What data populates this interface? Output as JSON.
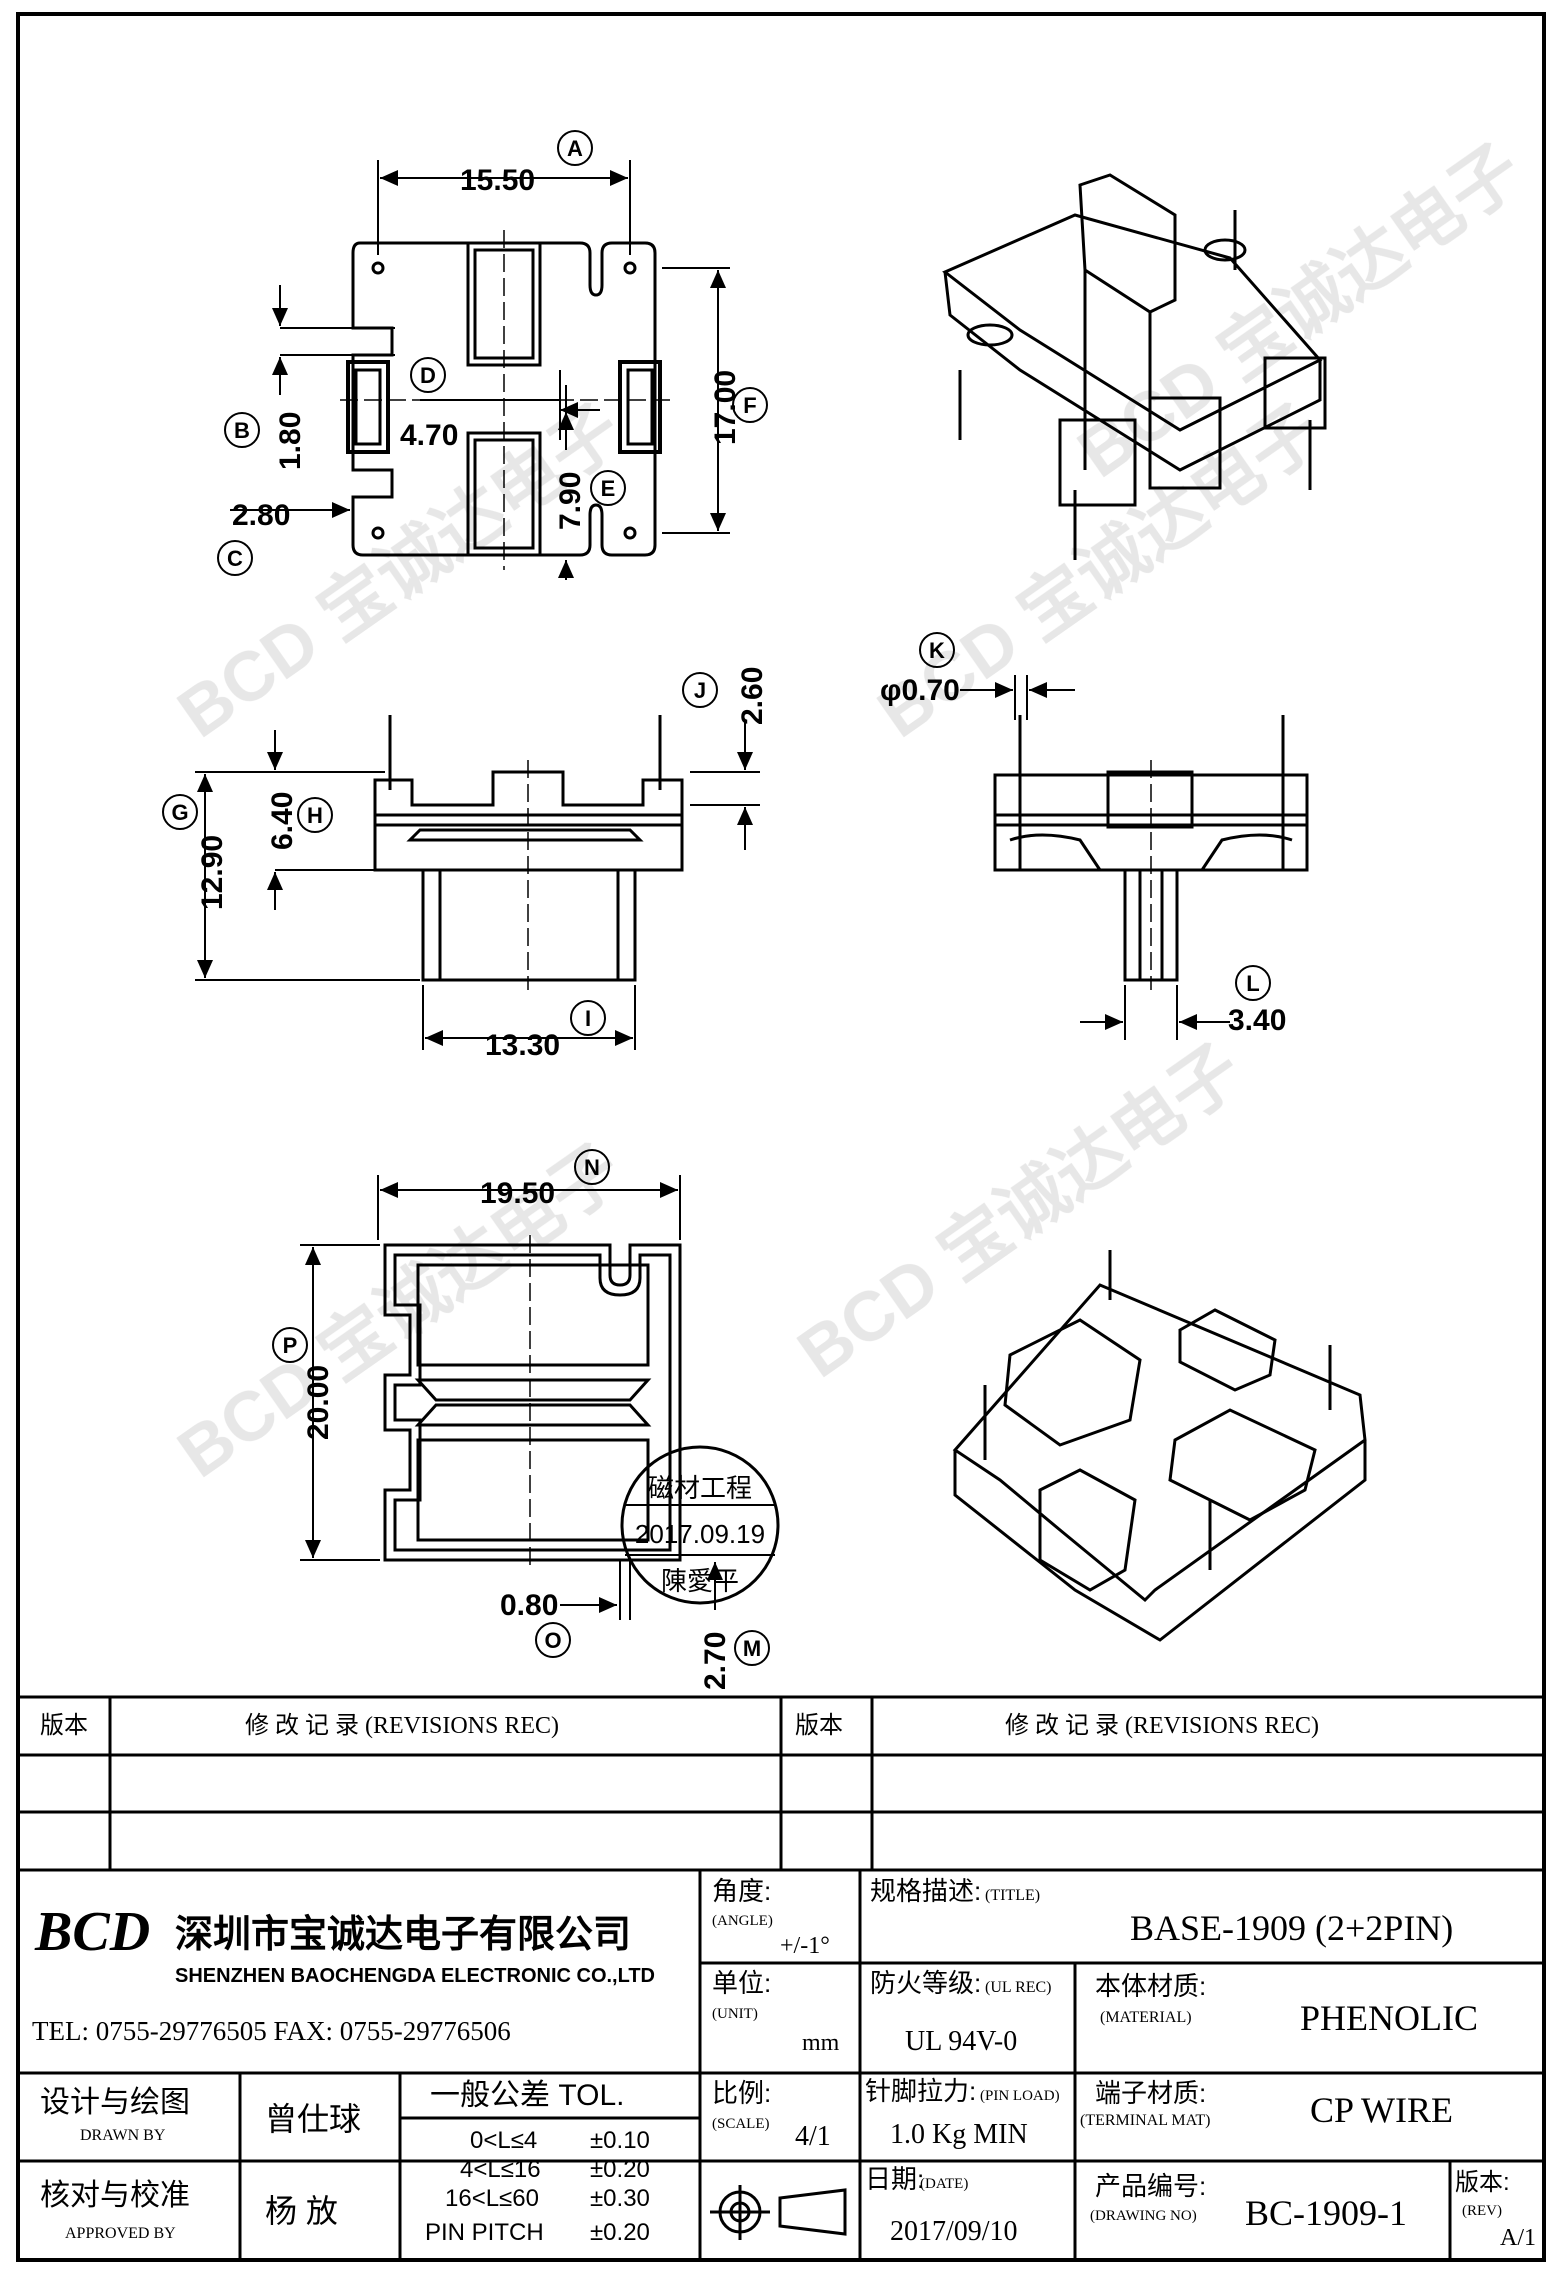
{
  "dimensions": {
    "A": {
      "label": "A",
      "value": "15.50"
    },
    "B": {
      "label": "B",
      "value": "1.80"
    },
    "C": {
      "label": "C",
      "value": "2.80"
    },
    "D": {
      "label": "D",
      "value": "4.70"
    },
    "E": {
      "label": "E",
      "value": "7.90"
    },
    "F": {
      "label": "F",
      "value": "17.00"
    },
    "G": {
      "label": "G",
      "value": "12.90"
    },
    "H": {
      "label": "H",
      "value": "6.40"
    },
    "I": {
      "label": "I",
      "value": "13.30"
    },
    "J": {
      "label": "J",
      "value": "2.60"
    },
    "K": {
      "label": "K",
      "value": "φ0.70"
    },
    "L": {
      "label": "L",
      "value": "3.40"
    },
    "M": {
      "label": "M",
      "value": "2.70"
    },
    "N": {
      "label": "N",
      "value": "19.50"
    },
    "O": {
      "label": "O",
      "value": "0.80"
    },
    "P": {
      "label": "P",
      "value": "20.00"
    }
  },
  "stamp": {
    "line1": "磁材工程",
    "line2": "2017.09.19",
    "line3": "陳愛平"
  },
  "watermark": "BCD 宝诚达电子",
  "revisions": {
    "col_version": "版本",
    "col_rec": "修  改  记  录   (REVISIONS REC)"
  },
  "company": {
    "logo": "BCD",
    "name_cn": "深圳市宝诚达电子有限公司",
    "name_en": "SHENZHEN BAOCHENGDA ELECTRONIC CO.,LTD",
    "contact": "TEL: 0755-29776505   FAX: 0755-29776506"
  },
  "fields": {
    "angle_label": "角度:",
    "angle_sub": "(ANGLE)",
    "angle_value": "+/-1°",
    "title_label": "规格描述:",
    "title_sub": "(TITLE)",
    "title_value": "BASE-1909 (2+2PIN)",
    "unit_label": "单位:",
    "unit_sub": "(UNIT)",
    "unit_value": "mm",
    "ul_label": "防火等级:",
    "ul_sub": "(UL REC)",
    "ul_value": "UL 94V-0",
    "material_label": "本体材质:",
    "material_sub": "(MATERIAL)",
    "material_value": "PHENOLIC",
    "drawn_label": "设计与绘图",
    "drawn_sub": "DRAWN BY",
    "drawn_value": "曾仕球",
    "tol_title": "一般公差 TOL.",
    "tol_rows": [
      {
        "range": "0<L≤4",
        "val": "±0.10"
      },
      {
        "range": "4<L≤16",
        "val": "±0.20"
      },
      {
        "range": "16<L≤60",
        "val": "±0.30"
      },
      {
        "range": "PIN PITCH",
        "val": "±0.20"
      }
    ],
    "scale_label": "比例:",
    "scale_sub": "(SCALE)",
    "scale_value": "4/1",
    "pinload_label": "针脚拉力:",
    "pinload_sub": "(PIN LOAD)",
    "pinload_value": "1.0 Kg MIN",
    "terminal_label": "端子材质:",
    "terminal_sub": "(TERMINAL MAT)",
    "terminal_value": "CP WIRE",
    "approved_label": "核对与校准",
    "approved_sub": "APPROVED BY",
    "approved_value": "杨  放",
    "date_label": "日期:",
    "date_sub": "(DATE)",
    "date_value": "2017/09/10",
    "drawingno_label": "产品编号:",
    "drawingno_sub": "(DRAWING NO)",
    "drawingno_value": "BC-1909-1",
    "rev_label": "版本:",
    "rev_sub": "(REV)",
    "rev_value": "A/1"
  }
}
